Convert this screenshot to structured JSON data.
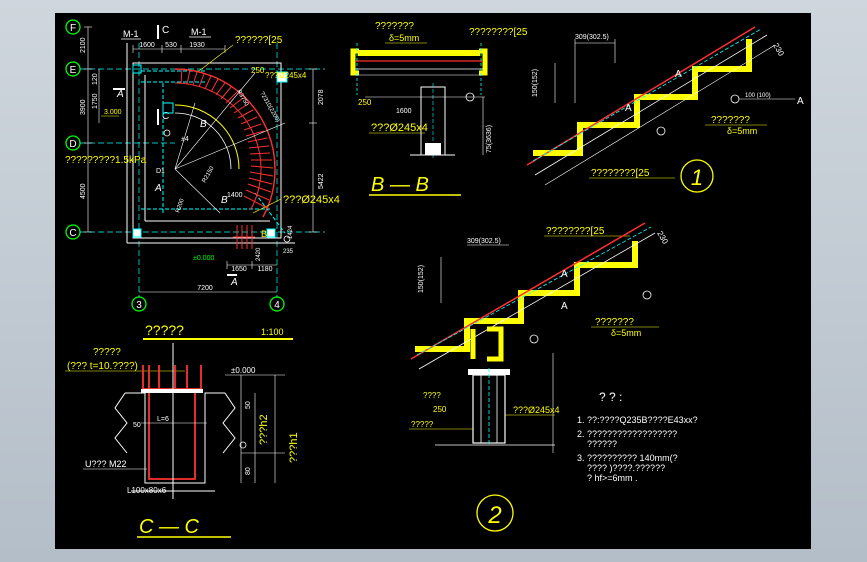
{
  "colors": {
    "background": "#000000",
    "frame": "#c3ccd5",
    "yellow": "#ffff00",
    "cyan": "#00ffff",
    "red": "#ff3030",
    "white": "#ffffff",
    "green": "#00ff00",
    "magenta": "#ff00ff"
  },
  "plan": {
    "axis_f": "F",
    "axis_e": "E",
    "axis_d": "D",
    "axis_c": "C",
    "axis_3": "3",
    "axis_4": "4",
    "m1_left": "M-1",
    "m1_right": "M-1",
    "c_mark": "C",
    "dims_top": [
      "1600",
      "530",
      "1930"
    ],
    "dims_left": [
      "2100",
      "3900",
      "4500"
    ],
    "dims_left_inner": [
      "1750",
      "120"
    ],
    "dim_right_1": "2078",
    "dim_right_2": "5422",
    "dim_bottom": "7200",
    "dims_bottom_small": [
      "1650",
      "1180"
    ],
    "dims_lower_right": [
      "1400",
      "1424",
      "2420"
    ],
    "dim_235": "235",
    "label_a1": "A",
    "label_a2": "A",
    "label_a3": "A",
    "label_b1": "B",
    "label_b2": "B",
    "pipe_top": "???Ø245x4",
    "pipe_bottom": "???Ø245x4",
    "channel_top": "??????[25",
    "label_250": "250",
    "label_load": "?????????1.5kPa",
    "label_level": "3.000",
    "label_zero": "±0.000",
    "label_mid": "±4",
    "label_d1": "D1",
    "label_radius": "R2150",
    "label_r200": "R200",
    "label_arc": "R3750",
    "label_ring": "?2310(2200)"
  },
  "section_bb": {
    "top_label_1": "???????",
    "top_label_2": "δ=5mm",
    "channel_label": "????????[25",
    "dim_250": "250",
    "dim_1600": "1600",
    "pipe_label": "???Ø245x4",
    "side_dim": "75(3636)",
    "title": "B — B"
  },
  "detail1": {
    "dim_top": "309(302.5)",
    "dim_left": "150(152)",
    "dim_230": "230",
    "label_a_top": "A",
    "label_a_bottom": "A",
    "note_1": "???????",
    "note_2": "δ=5mm",
    "dim_right": "100 (100)",
    "label_a_right": "A",
    "channel_label": "????????[25",
    "number": "1"
  },
  "detail2": {
    "channel_label": "????????[25",
    "dim_top": "309(302.5)",
    "dim_left": "150(152)",
    "dim_230": "230",
    "label_a_top": "A",
    "label_a_bottom": "A",
    "note_1": "???????",
    "note_2": "δ=5mm",
    "label_250": "250",
    "label_side": "????",
    "label_below": "?????",
    "pipe_label": "???Ø245x4",
    "number": "2"
  },
  "section_cc": {
    "header": "?????",
    "scale": "1:100",
    "note_1": "?????",
    "note_2": "(???  t=10.????)",
    "level": "±0.000",
    "label_l6": "L=6",
    "label_50": "50",
    "label_80": "80",
    "label_h2": "???h2",
    "label_h1": "???h1",
    "bolt_label": "U??? M22",
    "angle_label": "L100x80x6",
    "title": "C — C"
  },
  "notes": {
    "heading": "?  ? :",
    "line_1": "1. ??:????Q235B????E43xx?",
    "line_2": "2. ??????????????????",
    "line_2b": "??????",
    "line_3": "3. ??????????  140mm(?",
    "line_3b": "????  )????.??????",
    "line_3c": "? hf>=6mm ."
  }
}
